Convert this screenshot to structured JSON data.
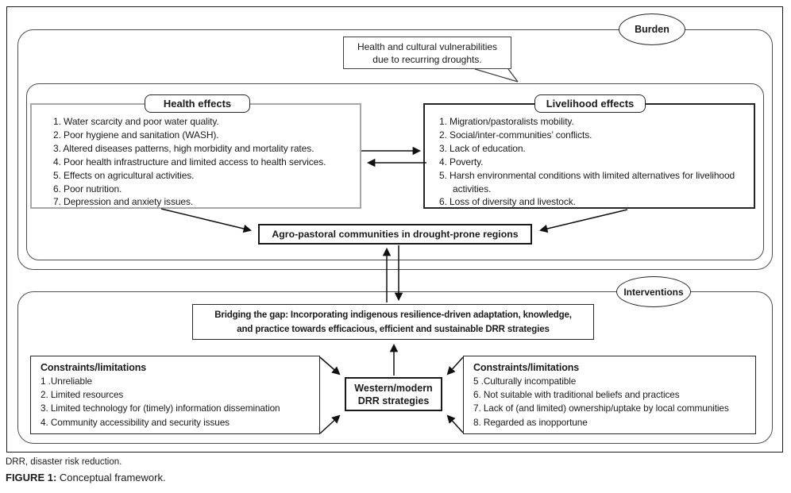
{
  "figure": {
    "sections": {
      "burden_label": "Burden",
      "interventions_label": "Interventions"
    },
    "callout": {
      "line1": "Health and cultural vulnerabilities",
      "line2": "due to recurring droughts."
    },
    "health": {
      "title": "Health effects",
      "items": [
        "1. Water scarcity and poor water quality.",
        "2. Poor hygiene and sanitation (WASH).",
        "3. Altered diseases patterns, high morbidity and mortality rates.",
        "4. Poor health infrastructure and limited access to health services.",
        "5. Effects on agricultural activities.",
        "6. Poor nutrition.",
        "7. Depression and anxiety issues."
      ]
    },
    "livelihood": {
      "title": "Livelihood effects",
      "items": [
        "1. Migration/pastoralists mobility.",
        "2. Social/inter-communities’ conflicts.",
        "3. Lack of education.",
        "4. Poverty.",
        "5. Harsh environmental conditions with limited alternatives for livelihood activities.",
        "6. Loss of diversity and livestock."
      ]
    },
    "agro_label": "Agro-pastoral communities in drought-prone regions",
    "bridging": {
      "line1": "Bridging the gap: Incorporating indigenous resilience-driven adaptation, knowledge,",
      "line2": "and practice towards efficacious, efficient and sustainable DRR strategies"
    },
    "constraints_left": {
      "title": "Constraints/limitations",
      "items": [
        "1 .Unreliable",
        "2. Limited resources",
        "3. Limited technology for (timely) information dissemination",
        "4. Community accessibility and security issues"
      ]
    },
    "western": {
      "line1": "Western/modern",
      "line2": "DRR strategies"
    },
    "constraints_right": {
      "title": "Constraints/limitations",
      "items": [
        "5 .Culturally incompatible",
        "6. Not suitable with traditional beliefs and practices",
        "7. Lack of (and limited) ownership/uptake by local communities",
        "8. Regarded as inopportune"
      ]
    },
    "footnote": "DRR, disaster risk reduction.",
    "caption": {
      "label": "FIGURE 1:",
      "text": "Conceptual framework."
    }
  },
  "colors": {
    "background": "#ffffff",
    "line_dark": "#1a1a1a",
    "box_border": "#262626",
    "muted_border": "#a8a8a8",
    "section_border": "#4d4d4d"
  }
}
